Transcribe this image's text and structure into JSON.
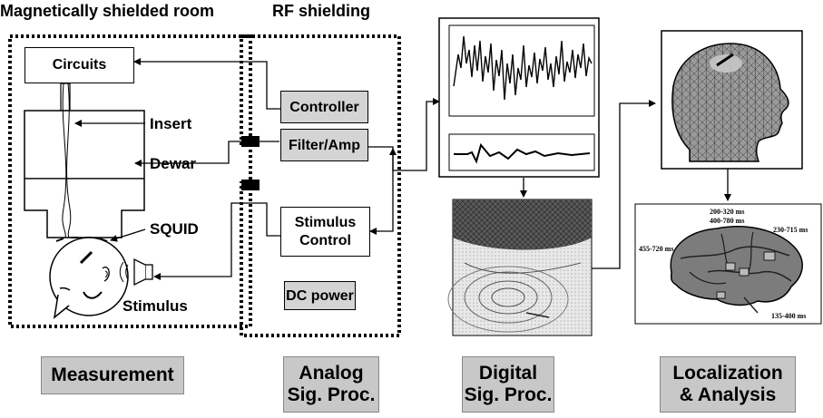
{
  "headers": {
    "room": "Magnetically shielded room",
    "rf": "RF shielding"
  },
  "measurement": {
    "circuits": "Circuits",
    "insert": "Insert",
    "dewar": "Dewar",
    "squid": "SQUID",
    "stimulus": "Stimulus"
  },
  "analog": {
    "controller": "Controller",
    "filter_amp": "Filter/Amp",
    "stimulus_control_line1": "Stimulus",
    "stimulus_control_line2": "Control",
    "dc_power": "DC power"
  },
  "brain_labels": {
    "t1": "200-320 ms",
    "t2": "400-780 ms",
    "t3": "230-715 ms",
    "t4": "455-720 ms",
    "t5": "135-400 ms"
  },
  "stages": {
    "measurement": "Measurement",
    "analog_line1": "Analog",
    "analog_line2": "Sig. Proc.",
    "digital_line1": "Digital",
    "digital_line2": "Sig. Proc.",
    "localization_line1": "Localization",
    "localization_line2": "& Analysis"
  },
  "colors": {
    "stage_fill": "#c8c8c8",
    "box_fill": "#d4d4d4",
    "line": "#000000"
  }
}
